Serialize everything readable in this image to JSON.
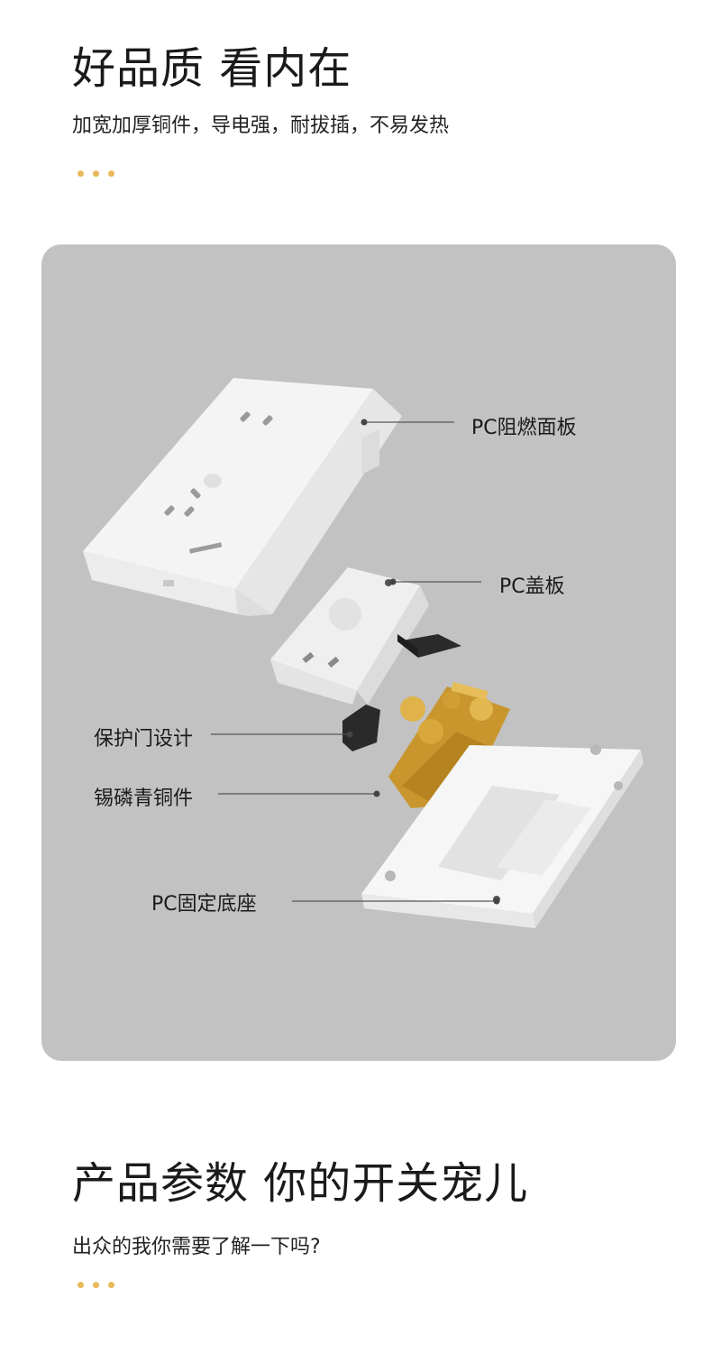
{
  "section1": {
    "title": "好品质  看内在",
    "subtitle": "加宽加厚铜件，导电强，耐拔插，不易发热"
  },
  "diagram": {
    "labels": {
      "panel": "PC阻燃面板",
      "cover": "PC盖板",
      "shutter": "保护门设计",
      "copper": "锡磷青铜件",
      "base": "PC固定底座"
    }
  },
  "section2": {
    "title": "产品参数 你的开关宠儿",
    "subtitle": "出众的我你需要了解一下吗?"
  },
  "colors": {
    "accent_dots": "#e8b95c",
    "panel_bg": "#c2c2c2",
    "copper": "#c9962e"
  }
}
